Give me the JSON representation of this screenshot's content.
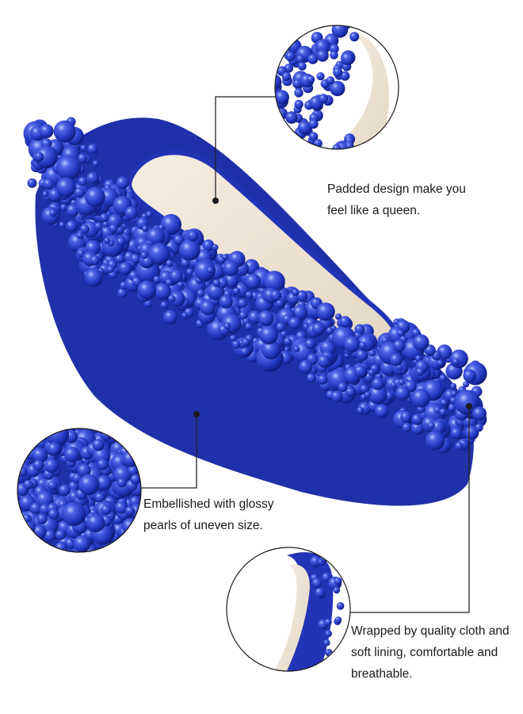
{
  "product": {
    "color": "#2c3fc4",
    "lining_color": "#efe5d6"
  },
  "callouts": [
    {
      "line1": "Padded design make you",
      "line2": "feel like a queen."
    },
    {
      "line1": "Embellished with glossy",
      "line2": "pearls of uneven size."
    },
    {
      "line1": "Wrapped by quality cloth and",
      "line2": "soft lining, comfortable and",
      "line3": "breathable."
    }
  ]
}
